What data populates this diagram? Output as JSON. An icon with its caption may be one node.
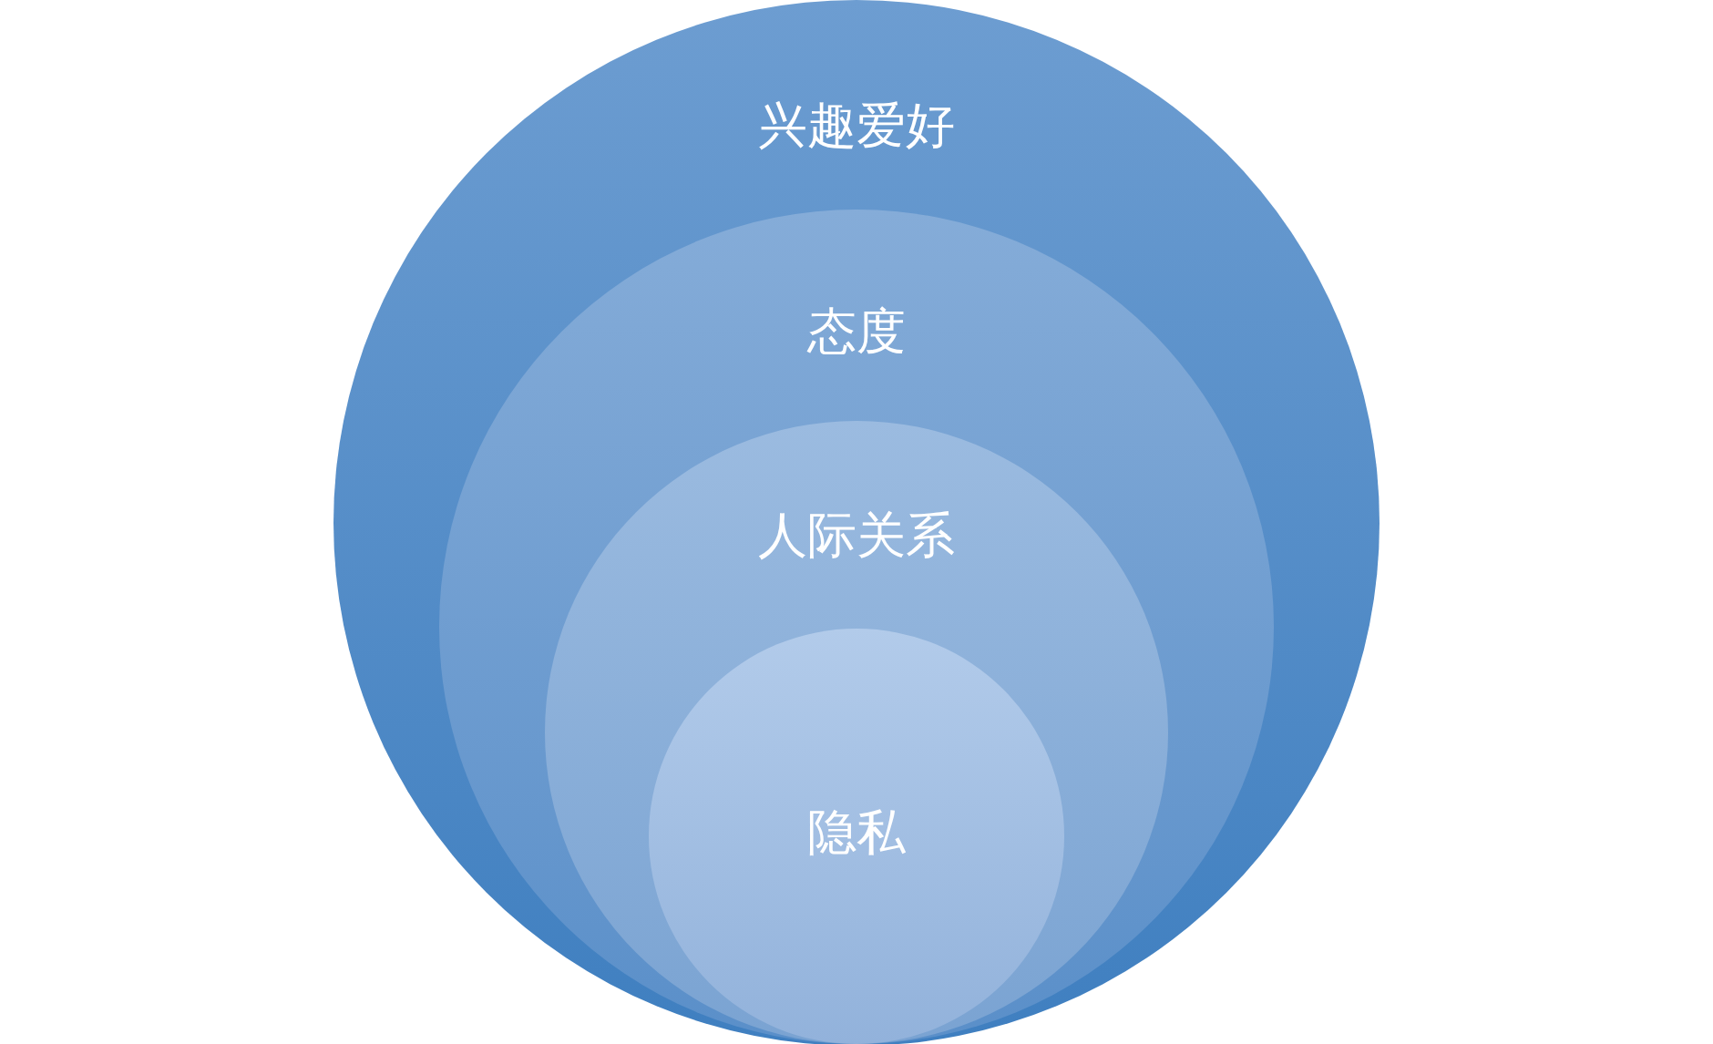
{
  "diagram": {
    "nodes": [
      {
        "text": [
          "兴趣爱好"
        ]
      },
      {
        "text": [
          "态度"
        ],
        "in": 0
      },
      {
        "text": [
          "人际关系"
        ],
        "in": 1
      },
      {
        "text": [
          "隐私"
        ],
        "in": 2
      }
    ]
  }
}
